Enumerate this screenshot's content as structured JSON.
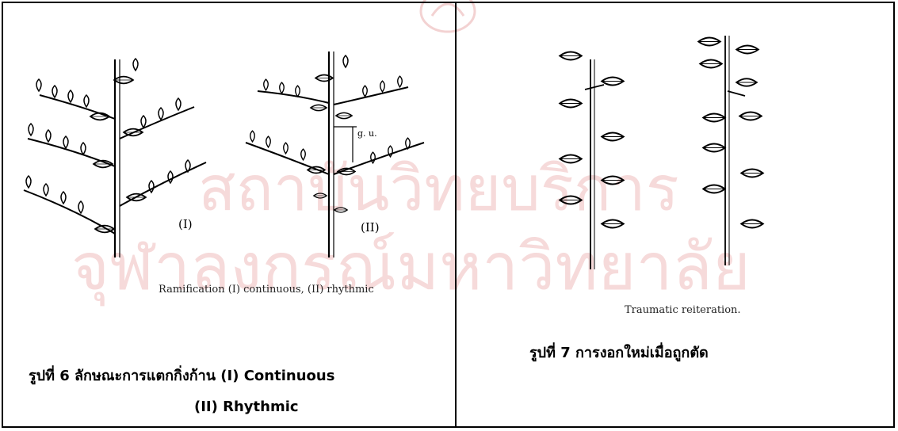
{
  "figure6": {
    "label_I": "(I)",
    "label_II": "(II)",
    "annotation": "g. u.",
    "caption_en": "Ramification (I) continuous, (II) rhythmic",
    "caption_th_line1": "รูปที่ 6 ลักษณะการแตกกิ่งก้าน (I) Continuous",
    "caption_th_line2": "(II) Rhythmic"
  },
  "figure7": {
    "caption_en": "Traumatic reiteration.",
    "caption_th": "รูปที่ 7 การงอกใหม่เมื่อถูกตัด"
  },
  "watermark": {
    "line1": "สถาบันวิทยบริการ",
    "line2": "จุฬาลงกรณ์มหาวิทยาลัย"
  }
}
